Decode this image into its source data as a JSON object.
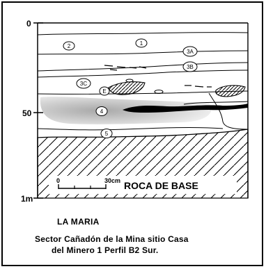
{
  "depth_axis": {
    "ticks": [
      {
        "label": "0"
      },
      {
        "label": "50"
      },
      {
        "label": "1m"
      }
    ]
  },
  "layers": [
    {
      "label": "1"
    },
    {
      "label": "2"
    },
    {
      "label": "3A"
    },
    {
      "label": "3B"
    },
    {
      "label": "3C"
    },
    {
      "label": "E"
    },
    {
      "label": "4"
    },
    {
      "label": "5"
    }
  ],
  "scale_bar": {
    "start_label": "0",
    "end_label": "30cm"
  },
  "base_rock_label": "ROCA DE BASE",
  "site_name": "LA MARIA",
  "caption_line1": "Sector Cañadón de la Mina sitio Casa",
  "caption_line2": "del Minero 1 Perfil B2 Sur.",
  "colors": {
    "ink": "#000000",
    "paper": "#ffffff",
    "ash_lens": "#c8c8c8"
  }
}
